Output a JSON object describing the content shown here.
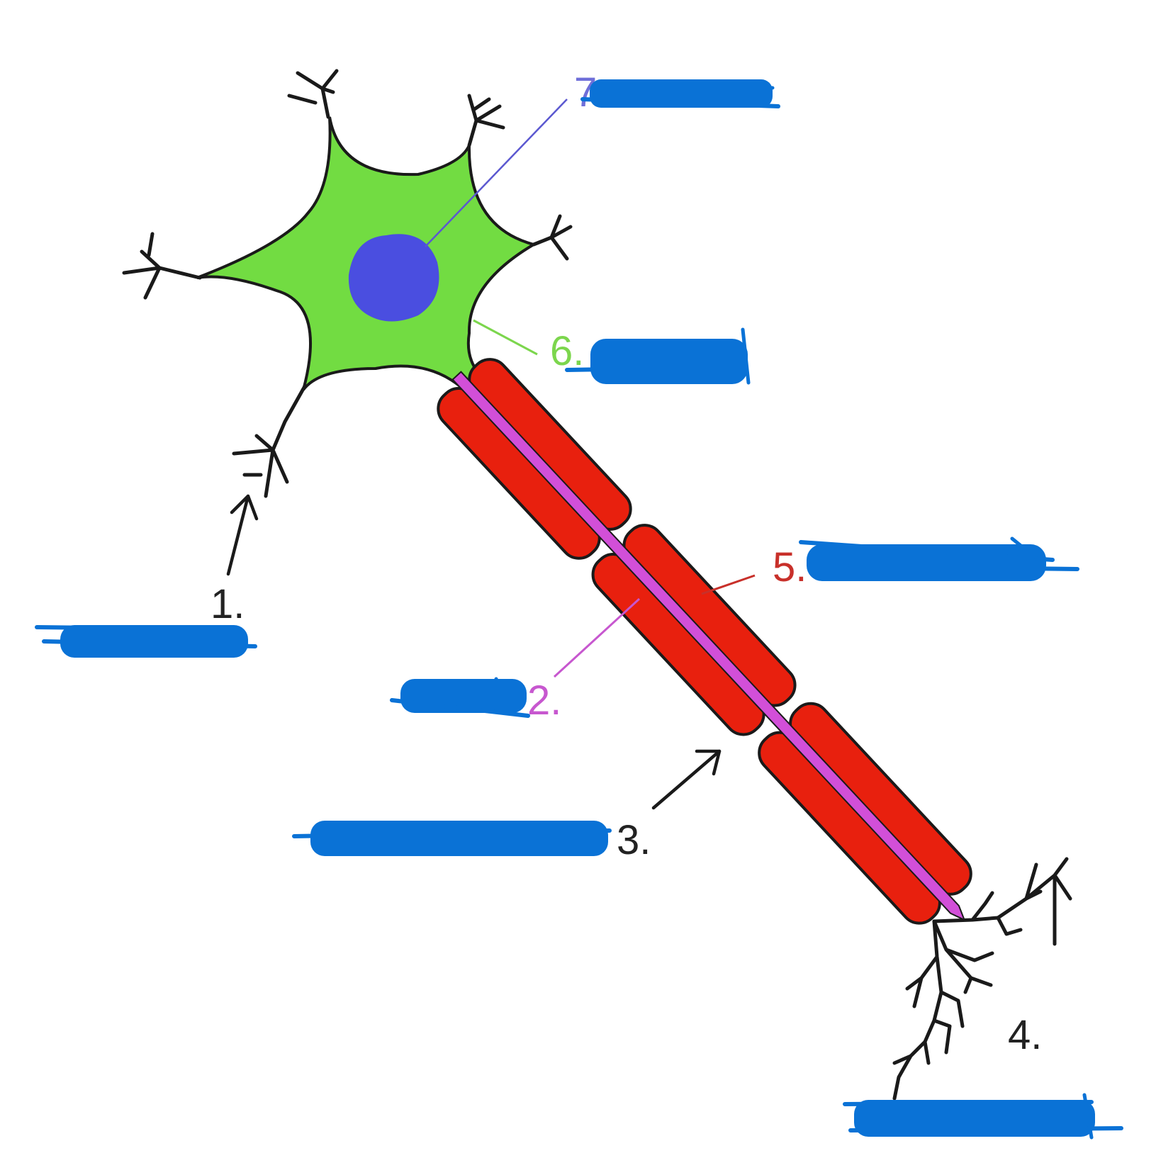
{
  "labels": {
    "n1": "1.",
    "n2": "2.",
    "n3": "3.",
    "n4": "4.",
    "n5": "5.",
    "n6": "6.",
    "n7": "7."
  },
  "colors": {
    "cell_body": "#72dc42",
    "nucleus": "#4a4ee0",
    "myelin": "#e8200e",
    "axon": "#d24fd8",
    "redaction": "#0a72d6",
    "outline": "#1a1a1a",
    "label_black": "#222222",
    "label_2": "#c757cf",
    "label_5": "#c8302a",
    "label_6": "#7cd64d",
    "label_7": "#6f6fd9"
  }
}
